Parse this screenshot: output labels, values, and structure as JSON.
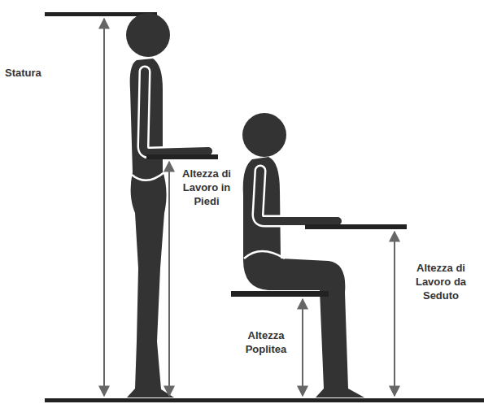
{
  "diagram": {
    "labels": [
      "Statura",
      "Altezza di Lavoro in Piedi",
      "Altezza di Lavoro da Seduto",
      "Altezza Poplitea"
    ]
  }
}
